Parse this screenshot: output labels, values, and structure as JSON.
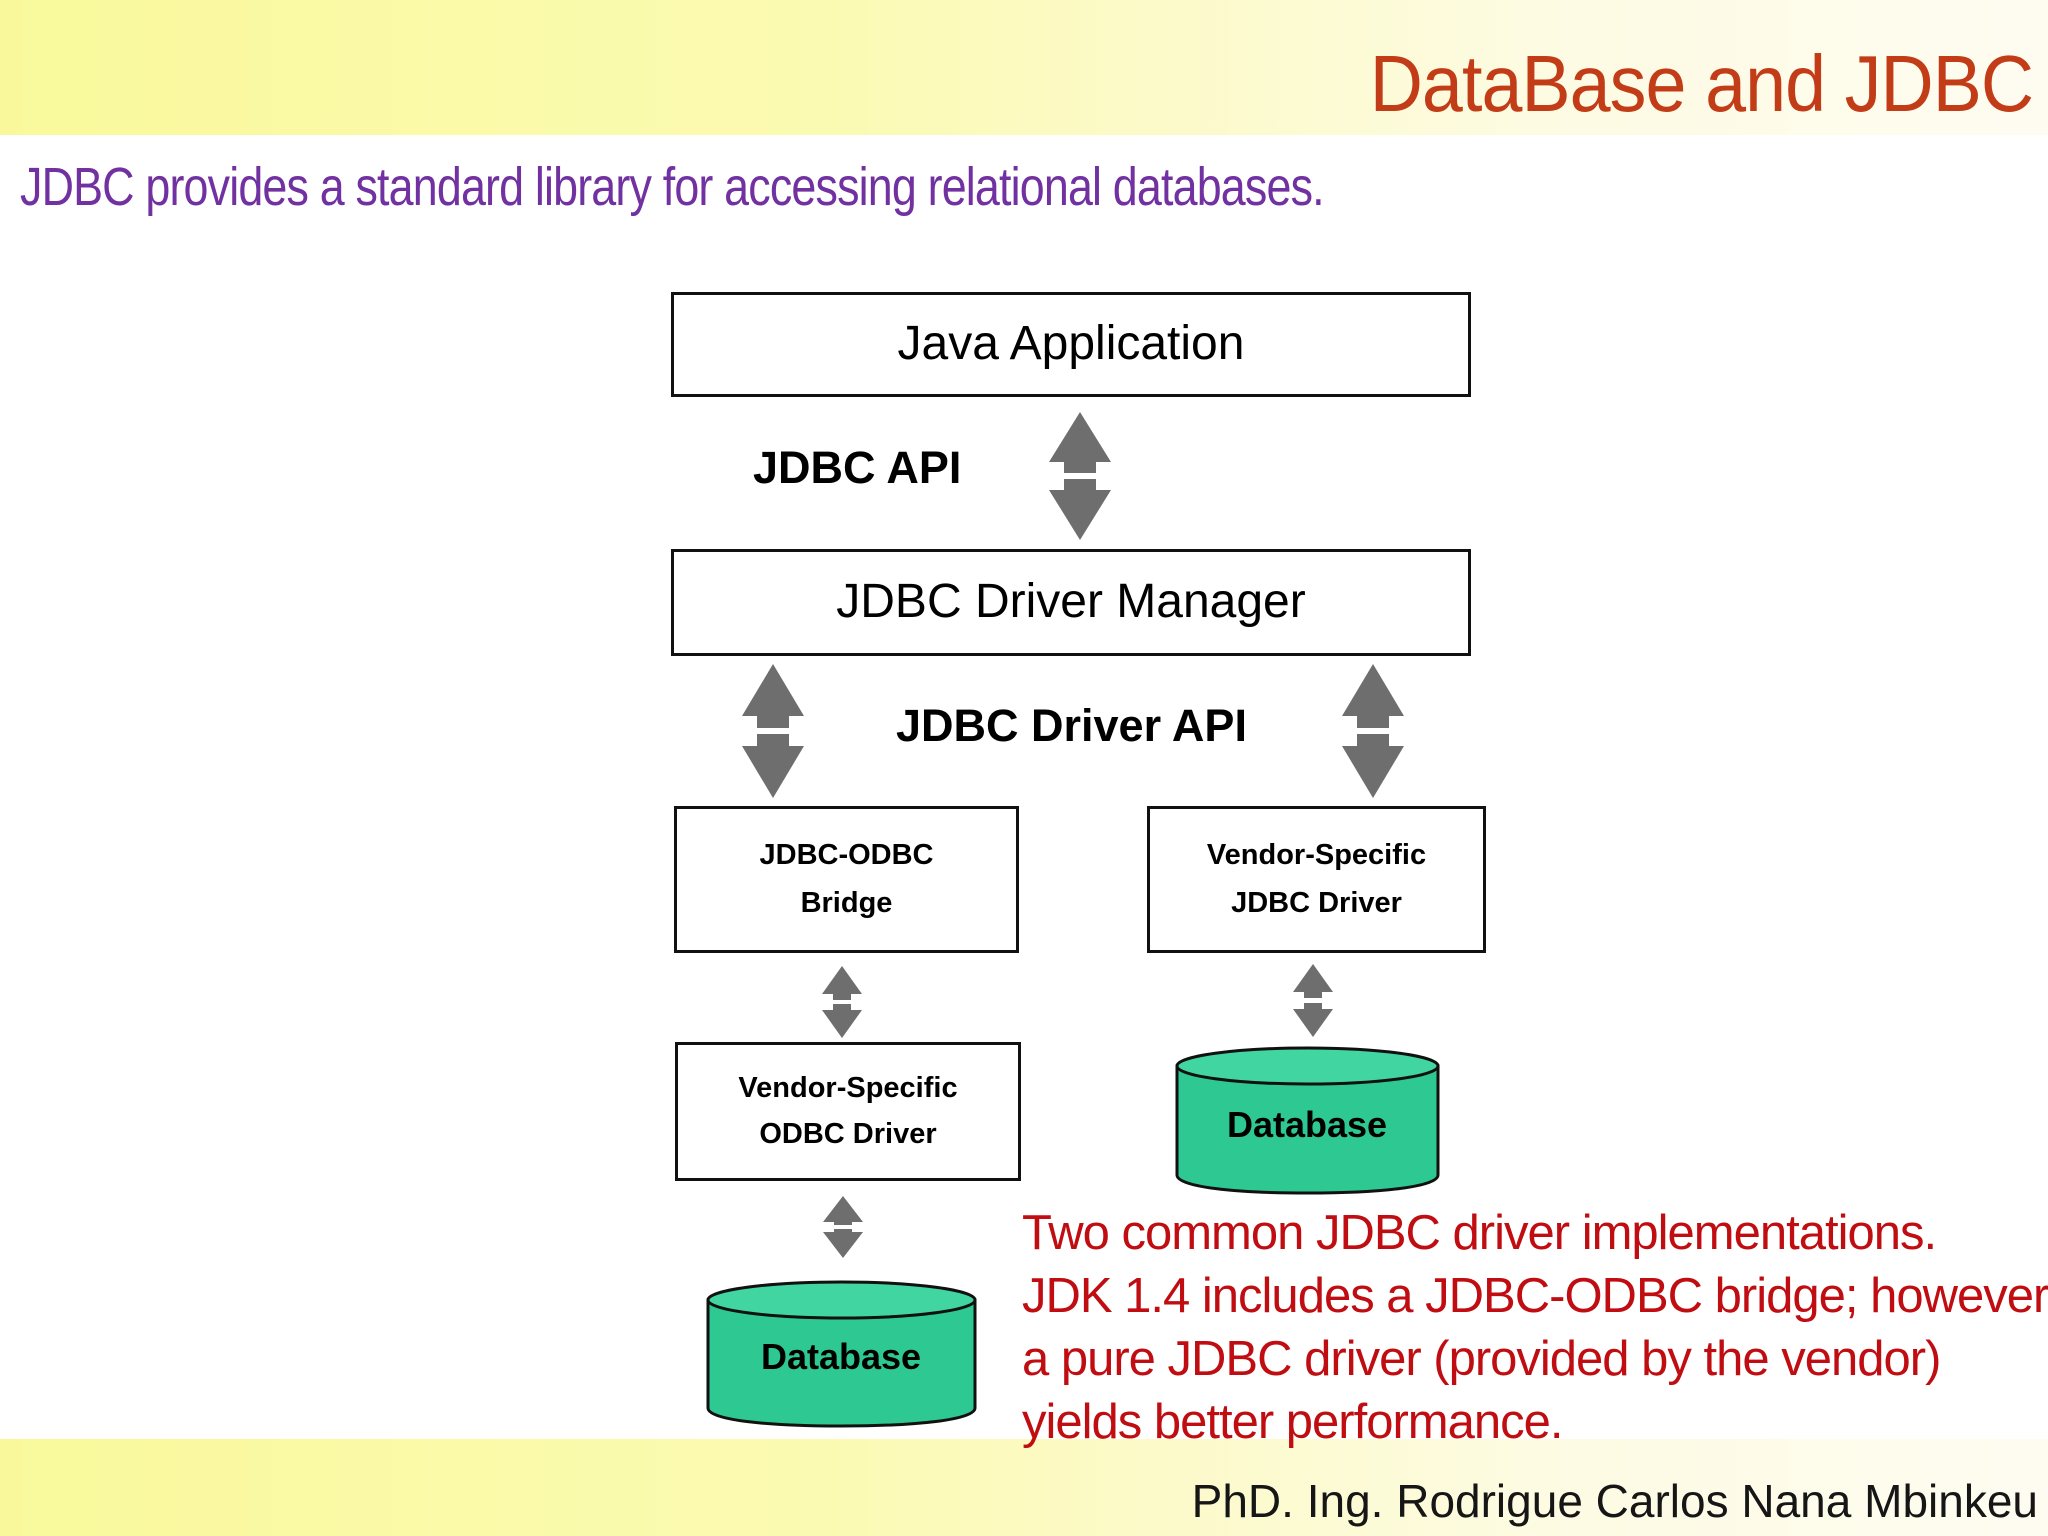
{
  "slide": {
    "title": "DataBase and JDBC",
    "subtitle": "JDBC provides a standard library for accessing relational databases.",
    "footer": "PhD. Ing. Rodrigue Carlos Nana Mbinkeu",
    "note": {
      "lines": [
        "Two common JDBC driver implementations.",
        "JDK 1.4 includes a JDBC-ODBC bridge; however,",
        "a pure JDBC driver (provided by the vendor)",
        "yields better performance."
      ],
      "color": "#c00d12"
    },
    "colors": {
      "title": "#c23c17",
      "subtitle": "#7131a1",
      "band_yellow": "#f9f99c",
      "band_cream": "#fefcf1",
      "arrow_gray": "#6e6e6e",
      "cylinder_body": "#2ec893",
      "cylinder_top": "#41d5a1",
      "box_border": "#111111"
    }
  },
  "diagram": {
    "boxes": [
      {
        "id": "java-application",
        "lines": [
          "Java Application"
        ]
      },
      {
        "id": "jdbc-driver-manager",
        "lines": [
          "JDBC Driver Manager"
        ]
      },
      {
        "id": "jdbc-odbc-bridge",
        "lines": [
          "JDBC-ODBC",
          "Bridge"
        ]
      },
      {
        "id": "vendor-specific-jdbc-driver",
        "lines": [
          "Vendor-Specific",
          "JDBC Driver"
        ]
      },
      {
        "id": "vendor-specific-odbc-driver",
        "lines": [
          "Vendor-Specific",
          "ODBC Driver"
        ]
      }
    ],
    "labels": [
      {
        "id": "jdbc-api",
        "text": "JDBC API"
      },
      {
        "id": "jdbc-driver-api",
        "text": "JDBC Driver API"
      }
    ],
    "databases": [
      {
        "id": "database-right",
        "label": "Database"
      },
      {
        "id": "database-left",
        "label": "Database"
      }
    ]
  }
}
